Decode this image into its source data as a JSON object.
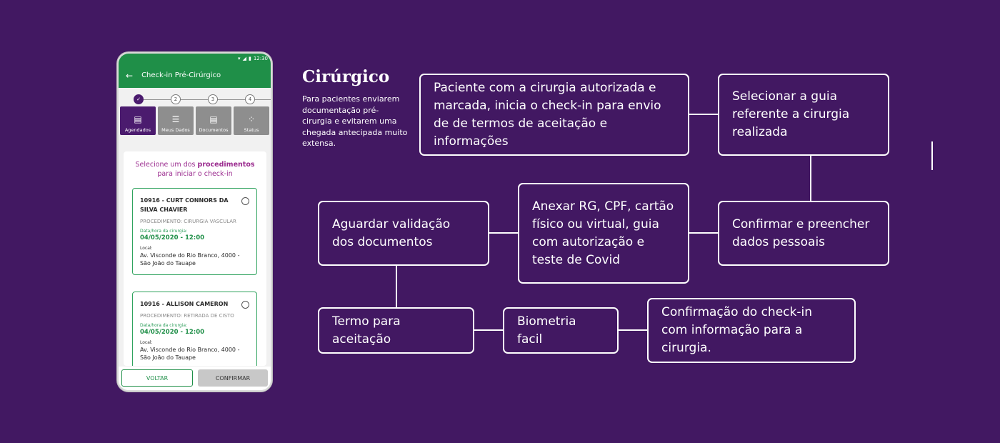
{
  "phone": {
    "status_time": "12:30",
    "header_title": "Check-in Pré-Cirúrgico",
    "steps": [
      "2",
      "3",
      "4"
    ],
    "tabs": [
      "Agendados",
      "Meus Dados",
      "Documentos",
      "Status"
    ],
    "prompt_line1": "Selecione um dos",
    "prompt_bold": "procedimentos",
    "prompt_line2": "para iniciar o check-in",
    "procedures": [
      {
        "name": "10916 - CURT CONNORS DA SILVA CHAVIER",
        "type": "PROCEDIMENTO: CIRURGIA VASCULAR",
        "date_label": "Data/hora da cirurgia:",
        "date": "04/05/2020 - 12:00",
        "local_label": "Local:",
        "address": "Av. Visconde do Rio Branco, 4000 - São João do Tauape"
      },
      {
        "name": "10916 - ALLISON CAMERON",
        "type": "PROCEDIMENTO: RETIRADA DE CISTO",
        "date_label": "Data/hora da cirurgia:",
        "date": "04/05/2020 - 12:00",
        "local_label": "Local:",
        "address": "Av. Visconde do Rio Branco, 4000 - São João do Tauape"
      }
    ],
    "back_button": "VOLTAR",
    "confirm_button": "CONFIRMAR"
  },
  "title": "Cirúrgico",
  "description": "Para pacientes enviarem documentação pré-cirurgia e evitarem uma chegada antecipada muito extensa.",
  "flow": {
    "step1": "Paciente com a cirurgia autorizada e marcada, inicia o check-in para envio de de termos de aceitação e informações",
    "step2": "Selecionar a guia referente a cirurgia realizada",
    "step3": "Confirmar e preencher dados pessoais",
    "step4": "Anexar RG, CPF, cartão físico ou virtual, guia com autorização e teste de Covid",
    "step5": "Aguardar validação dos documentos",
    "step6": "Termo para aceitação",
    "step7": "Biometria facil",
    "step8": "Confirmação do check-in com informação para a cirurgia."
  },
  "colors": {
    "background": "#421862",
    "green": "#1f8f48",
    "purple": "#4b1b6e"
  }
}
